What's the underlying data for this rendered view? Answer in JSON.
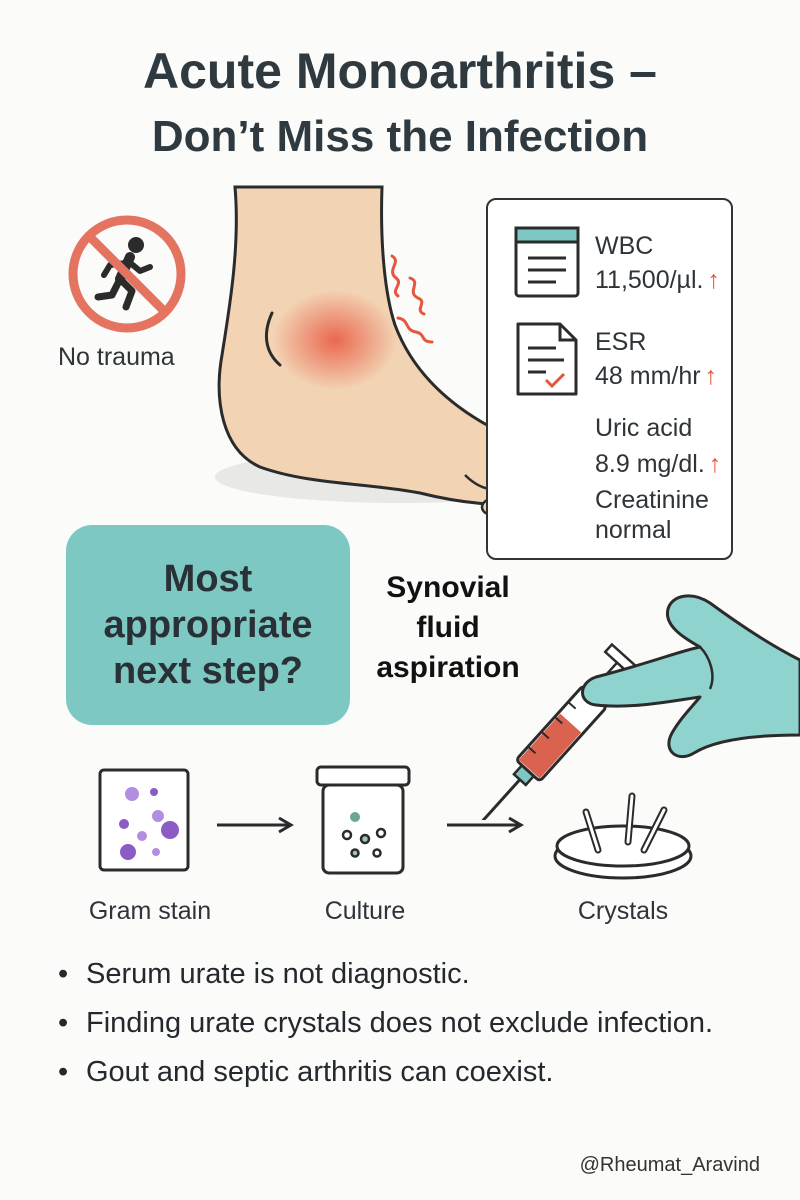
{
  "header": {
    "title_line1": "Acute Monoarthritis –",
    "title_line2": "Don’t Miss the Infection"
  },
  "no_trauma": {
    "label": "No trauma",
    "icon": "no-running-icon"
  },
  "labs": {
    "wbc": {
      "name": "WBC",
      "value": "11,500/µl."
    },
    "esr": {
      "name": "ESR",
      "value": "48 mm/hr"
    },
    "uric_acid": {
      "name": "Uric acid",
      "value": "8.9 mg/dl."
    },
    "creatinine": {
      "name": "Creatinine",
      "value": "normal"
    },
    "elevated_arrow": "↑"
  },
  "question": {
    "line1": "Most",
    "line2": "appropriate",
    "line3": "next step?"
  },
  "answer": {
    "line1": "Synovial",
    "line2": "fluid",
    "line3": "aspiration"
  },
  "steps": [
    {
      "label": "Gram stain"
    },
    {
      "label": "Culture"
    },
    {
      "label": "Crystals"
    }
  ],
  "bullets": [
    "Serum urate is not diagnostic.",
    "Finding urate crystals does not exclude infection.",
    "Gout and septic arthritis can coexist."
  ],
  "bullet_symbol": "•",
  "footer": {
    "handle": "@Rheumat_Aravind"
  },
  "colors": {
    "accent_teal": "#7ec8c4",
    "alert_red": "#e8553f",
    "skin": "#f2d3b3",
    "glove": "#8fd3cf",
    "stain_purple": "#8a5cc4"
  }
}
